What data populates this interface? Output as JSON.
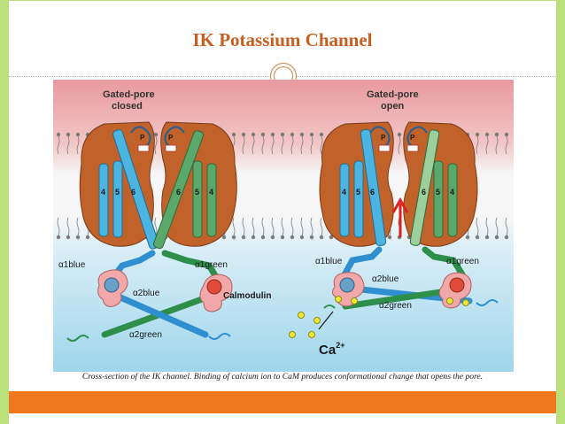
{
  "slide": {
    "title": "IK Potassium Channel",
    "caption": "Cross-section of the IK channel. Binding of calcium ion to CaM produces conformational change that opens the pore."
  },
  "diagram": {
    "left_state": {
      "line1": "Gated-pore",
      "line2": "closed"
    },
    "right_state": {
      "line1": "Gated-pore",
      "line2": "open"
    },
    "helix_numbers": [
      "4",
      "5",
      "6",
      "6",
      "5",
      "4"
    ],
    "pore_label": "P",
    "labels": {
      "a1blue": "α1blue",
      "a1green": "α1green",
      "a2blue": "α2blue",
      "a2green": "α2green",
      "calmodulin": "Calmodulin",
      "ca": "Ca",
      "ca_charge": "2+"
    }
  },
  "colors": {
    "accent": "#c85f1e",
    "frame_green": "#b9e07a",
    "footer_orange": "#f0781e",
    "membrane_pink": "#e8a0a0",
    "cyto_blue": "#9fd6ec",
    "protein_brown": "#c0622a",
    "helix_blue": "#4bb4e0",
    "helix_green": "#5aa86a",
    "cam_pink": "#f2a8a8",
    "calcium_yellow": "#f2e832"
  }
}
